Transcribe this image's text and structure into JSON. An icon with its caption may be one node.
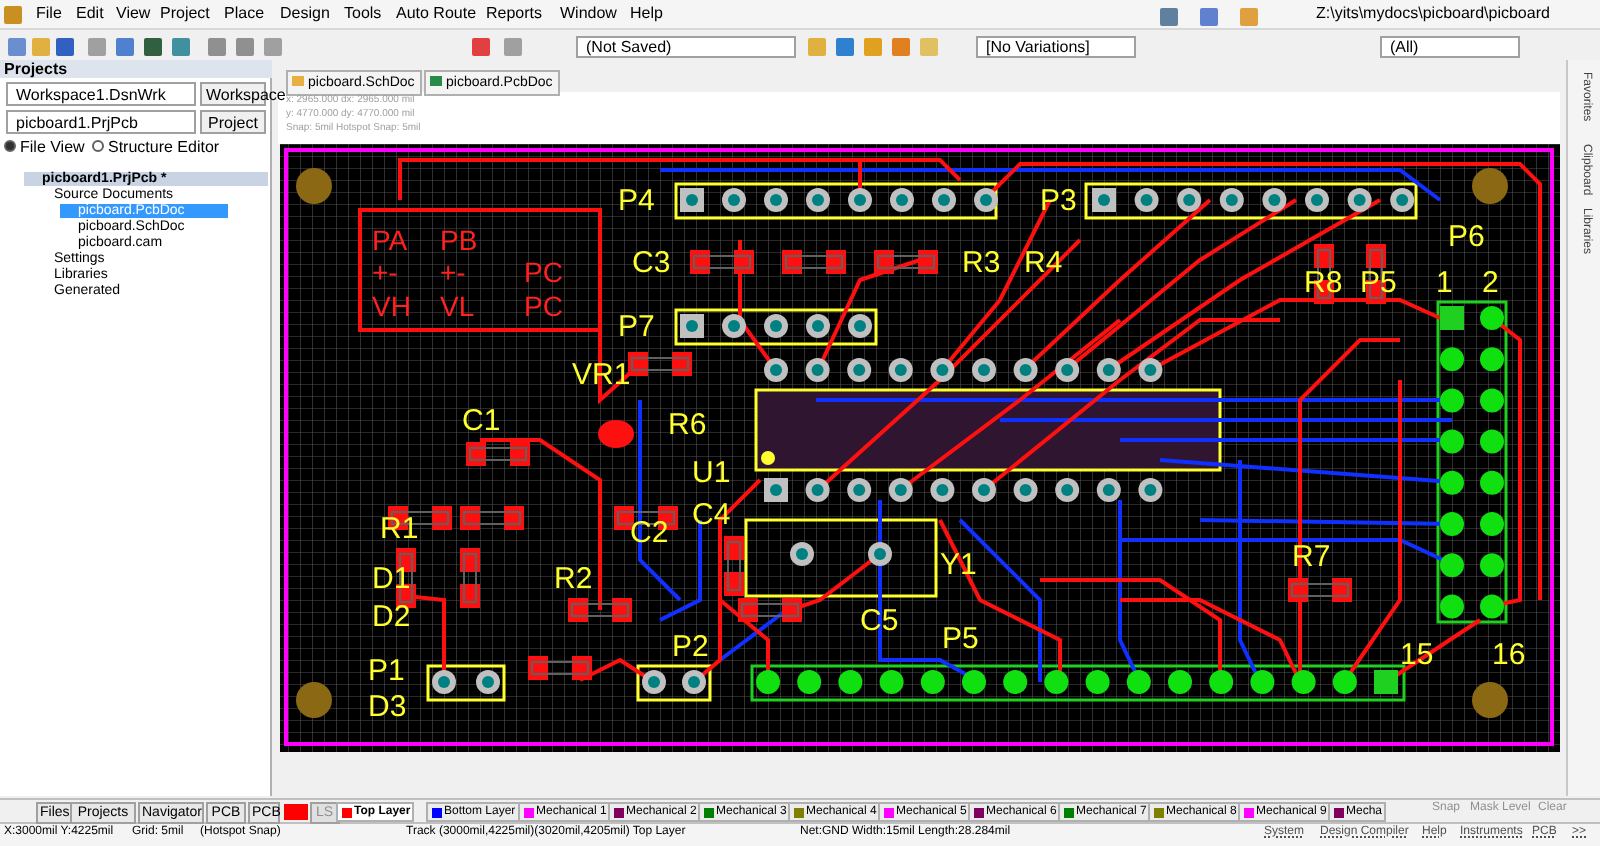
{
  "diagram": {
    "labels": [
      "File",
      "Edit",
      "View",
      "Project",
      "Place",
      "Design",
      "Tools",
      "Auto Route",
      "Reports",
      "Window",
      "Help",
      "Z:\\yits\\mydocs\\picboard\\picboard",
      "(Not Saved)",
      "[No Variations]",
      "(All)",
      "Projects",
      "Workspace1.DsnWrk",
      "Workspace",
      "picboard1.PrjPcb",
      "Project",
      "File View",
      "Structure Editor",
      "picboard1.PrjPcb *",
      "Source Documents",
      "picboard.PcbDoc",
      "picboard.SchDoc",
      "picboard.cam",
      "Settings",
      "Libraries",
      "Generated",
      "picboard.SchDoc",
      "picboard.PcbDoc",
      "x: 2965.000 dx: 2965.000 mil",
      "y: 4770.000 dy: 4770.000 mil",
      "Snap: 5mil Hotspot Snap: 5mil",
      "Favorites",
      "Clipboard",
      "Libraries",
      "PA",
      "PB",
      "+-",
      "+-",
      "PC",
      "VH",
      "VL",
      "PC",
      "P4",
      "P3",
      "C3",
      "R3",
      "R4",
      "P6",
      "R8",
      "P5",
      "1",
      "2",
      "P7",
      "VR1",
      "C1",
      "R6",
      "U1",
      "C4",
      "R1",
      "C2",
      "Y1",
      "R7",
      "D1",
      "R2",
      "D2",
      "C5",
      "P2",
      "P5",
      "P1",
      "15",
      "16",
      "D3",
      "Files",
      "Projects",
      "Navigator",
      "PCB",
      "PCB",
      "LS",
      "Top Layer",
      "Bottom Layer",
      "Mechanical 1",
      "Mechanical 2",
      "Mechanical 3",
      "Mechanical 4",
      "Mechanical 5",
      "Mechanical 6",
      "Mechanical 7",
      "Mechanical 8",
      "Mechanical 9",
      "Mecha",
      "Snap",
      "Mask Level",
      "Clear",
      "X:3000mil Y:4225mil",
      "Grid: 5mil",
      "(Hotspot Snap)",
      "Track (3000mil,4225mil)(3020mil,4205mil) Top Layer",
      "Net:GND Width:15mil Length:28.284mil",
      "System",
      "Design Compiler",
      "Help",
      "Instruments",
      "PCB",
      ">>"
    ]
  }
}
